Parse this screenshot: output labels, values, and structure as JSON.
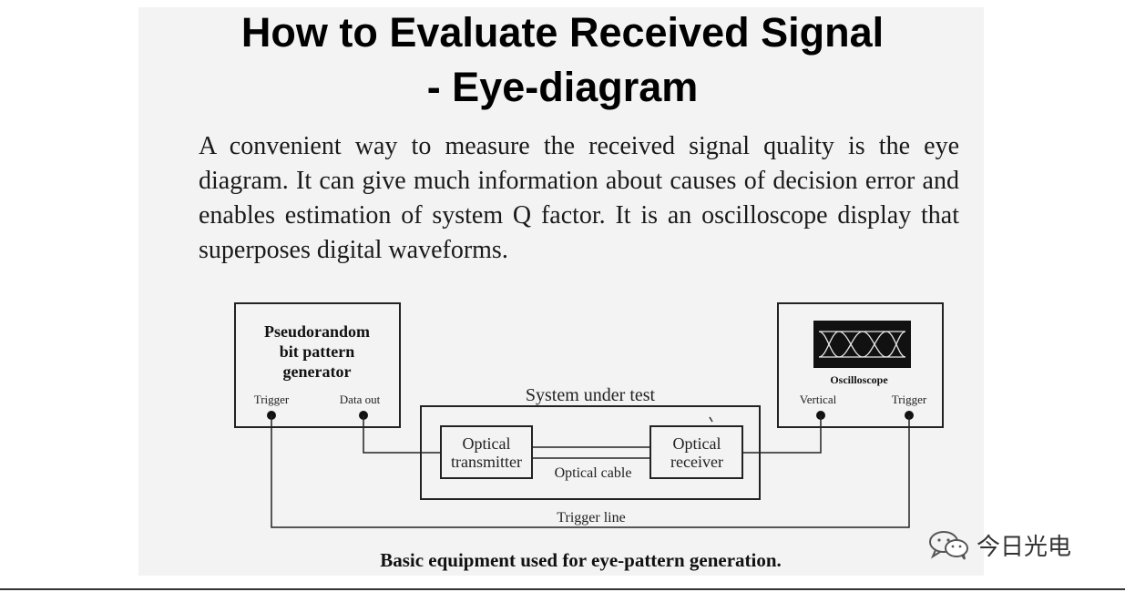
{
  "slide": {
    "title_line1": "How to Evaluate Received Signal",
    "title_line2": "- Eye-diagram",
    "paragraph": "A convenient way to measure the received signal quality is the eye diagram. It can give much information about causes of decision error and enables estimation of system Q factor. It is an oscilloscope display that superposes digital waveforms.",
    "caption": "Basic equipment used for eye-pattern generation."
  },
  "diagram": {
    "generator": {
      "label_lines": [
        "Pseudorandom",
        "bit pattern",
        "generator"
      ],
      "trigger_port": "Trigger",
      "data_port": "Data out"
    },
    "system_under_test": "System under test",
    "transmitter": [
      "Optical",
      "transmitter"
    ],
    "receiver": [
      "Optical",
      "receiver"
    ],
    "cable": "Optical cable",
    "oscilloscope": {
      "label": "Oscilloscope",
      "vertical_port": "Vertical",
      "trigger_port": "Trigger"
    },
    "trigger_line": "Trigger line"
  },
  "watermark": {
    "text": "今日光电",
    "icon": "wechat-icon"
  }
}
